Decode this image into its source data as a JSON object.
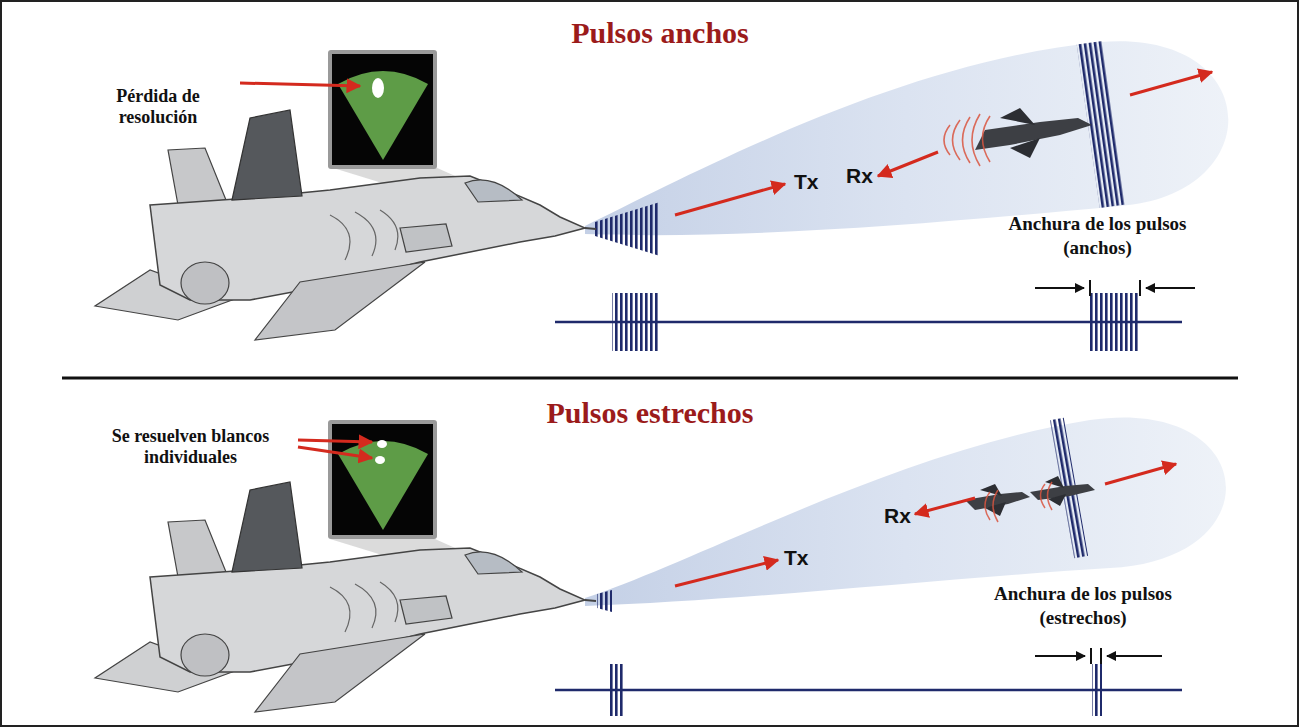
{
  "diagram": {
    "labels": [
      "Pulsos anchos",
      "Pérdida de resolución",
      "Tx",
      "Rx",
      "Anchura de los pulsos (anchos)",
      "Pulsos estrechos",
      "Se resuelven blancos individuales",
      "Tx",
      "Rx",
      "Anchura de los pulsos (estrechos)"
    ]
  }
}
